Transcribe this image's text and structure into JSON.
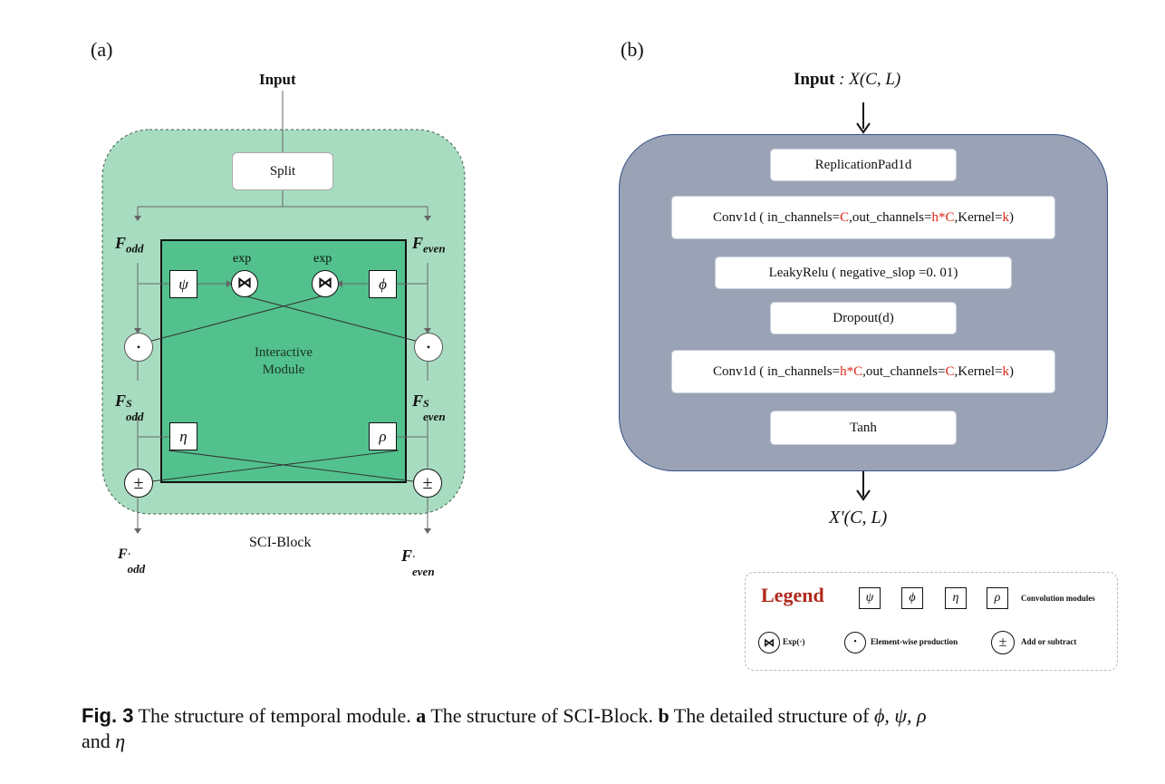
{
  "panel_a": {
    "label": "(a)",
    "input_label": "Input",
    "split_label": "Split",
    "f_odd": {
      "main": "F",
      "sub": "odd"
    },
    "f_even": {
      "main": "F",
      "sub": "even"
    },
    "f_odd_s": {
      "main": "F",
      "sup": "S",
      "sub": "odd"
    },
    "f_even_s": {
      "main": "F",
      "sup": "S",
      "sub": "even"
    },
    "f_odd_out": {
      "main": "F",
      "sup": "'",
      "sub": "odd"
    },
    "f_even_out": {
      "main": "F",
      "sup": "'",
      "sub": "even"
    },
    "exp_left": "exp",
    "exp_right": "exp",
    "psi": "ψ",
    "phi": "ϕ",
    "eta": "η",
    "rho": "ρ",
    "interactive_line1": "Interactive",
    "interactive_line2": "Module",
    "dot_symbol": "•",
    "pm_symbol": "±",
    "bowtie_symbol": "⋈",
    "block_name": "SCI-Block",
    "colors": {
      "outer_fill": "#a8dcc0",
      "inner_fill": "#52c18d"
    }
  },
  "panel_b": {
    "label": "(b)",
    "input_bold": "Input",
    "input_rest": " : X(C, L)",
    "output_label": "X'(C, L)",
    "layers": {
      "pad": "ReplicationPad1d",
      "conv1": {
        "p1": "Conv1d ( in_channels=",
        "v1": "C",
        "p2": ",out_channels=",
        "v2": "h*C",
        "p3": ",Kernel=",
        "v3": "k",
        "p4": ")"
      },
      "leaky": "LeakyRelu ( negative_slop =0. 01)",
      "dropout": "Dropout(d)",
      "conv2": {
        "p1": "Conv1d ( in_channels=",
        "v1": "h*C",
        "p2": ",out_channels=",
        "v2": "C",
        "p3": ",Kernel=",
        "v3": "k",
        "p4": ")"
      },
      "tanh": "Tanh"
    },
    "colors": {
      "panel_fill": "#9aa3b5",
      "highlight": "#e0271a"
    }
  },
  "legend": {
    "title": "Legend",
    "modules": [
      "ψ",
      "ϕ",
      "η",
      "ρ"
    ],
    "modules_label": "Convolution modules",
    "exp_label": "Exp(·)",
    "prod_label": "Element-wise production",
    "addsub_label": "Add or subtract"
  },
  "caption": {
    "fig": "Fig. 3",
    "t1": "  The structure of temporal module. ",
    "a": "a",
    "t2": " The structure of SCI-Block. ",
    "b": "b",
    "t3": " The detailed structure of ",
    "syms": "ϕ, ψ, ρ",
    "t4": "and ",
    "eta": "η"
  }
}
